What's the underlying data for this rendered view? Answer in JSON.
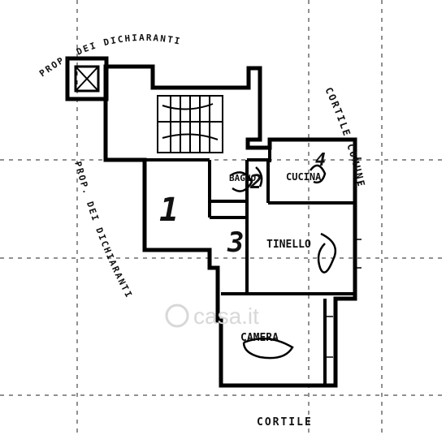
{
  "plan": {
    "rooms": {
      "bagno": "BAGNO",
      "cucina": "CUCINA",
      "tinello": "TINELLO",
      "camera": "CAMERA"
    },
    "neighbor_top": "PROP. DEI DICHIARANTI",
    "neighbor_left": "PROP. DEI DICHIARANTI",
    "right_side": "CORTILE COMUNE",
    "bottom": "CORTILE",
    "hand_marks": {
      "top_left": "1",
      "middle": "3",
      "bagno_mark": "2",
      "cucina_mark": "4"
    },
    "watermark": "casa.it"
  }
}
